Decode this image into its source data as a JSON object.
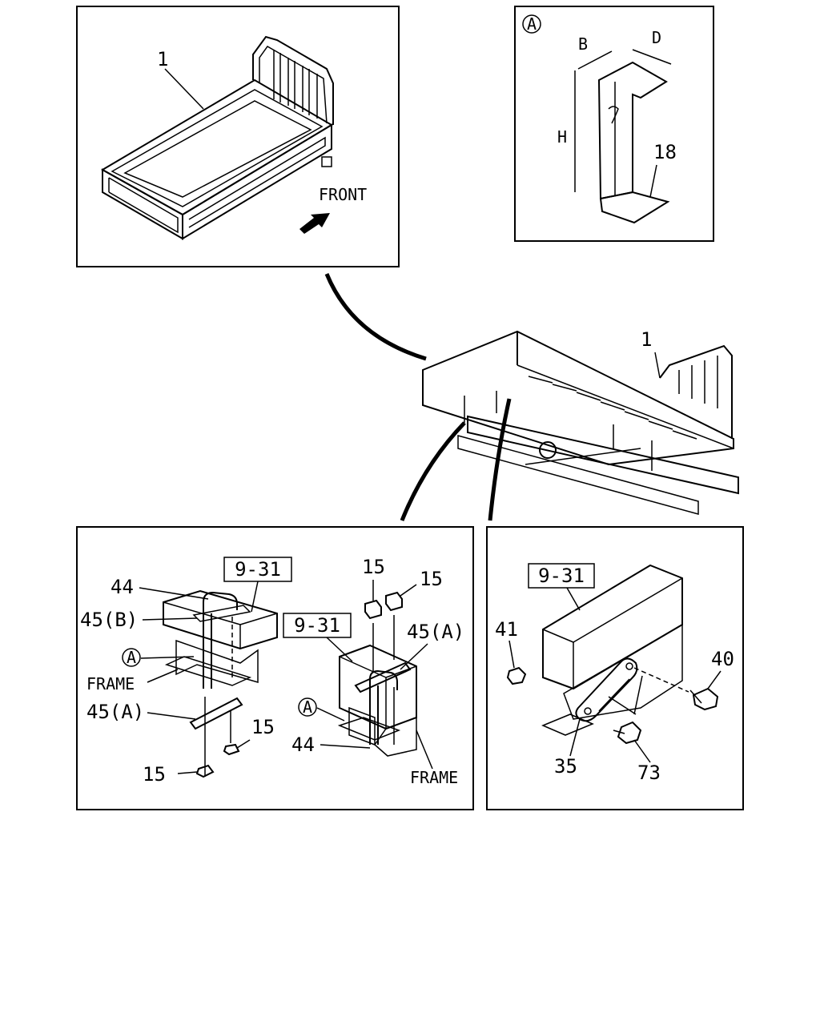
{
  "panels": {
    "top_left": {
      "callout_1": "1",
      "front_label": "FRONT"
    },
    "top_right": {
      "circle_letter": "A",
      "dim_b": "B",
      "dim_d": "D",
      "dim_h": "H",
      "callout_18": "18"
    },
    "center": {
      "callout_1": "1"
    },
    "bottom_left": {
      "ref_box_1": "9-31",
      "ref_box_2": "9-31",
      "callout_44_a": "44",
      "callout_45b": "45(B)",
      "circle_a_1": "A",
      "frame_1": "FRAME",
      "callout_45a_1": "45(A)",
      "callout_15_a": "15",
      "callout_15_b": "15",
      "callout_15_c": "15",
      "callout_15_d": "15",
      "callout_45a_2": "45(A)",
      "circle_a_2": "A",
      "callout_44_b": "44",
      "frame_2": "FRAME"
    },
    "bottom_right": {
      "ref_box": "9-31",
      "callout_41": "41",
      "callout_40": "40",
      "callout_35": "35",
      "callout_73": "73"
    }
  }
}
